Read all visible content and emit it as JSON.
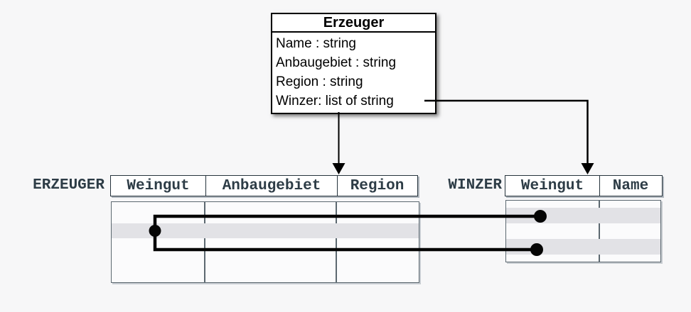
{
  "class_box": {
    "title": "Erzeuger",
    "attributes": [
      "Name : string",
      "Anbaugebiet : string",
      "Region : string",
      "Winzer: list of string"
    ]
  },
  "tables": {
    "erzeuger": {
      "label": "ERZEUGER",
      "columns": [
        "Weingut",
        "Anbaugebiet",
        "Region"
      ],
      "highlighted_row": 2
    },
    "winzer": {
      "label": "WINZER",
      "columns": [
        "Weingut",
        "Name"
      ],
      "highlighted_rows": [
        2,
        4
      ]
    }
  },
  "colors": {
    "background": "#f7f7f8",
    "table_text": "#2d3c46",
    "header_border": "#26333c",
    "body_border": "#5c6870",
    "row_highlight": "#e2e2e6",
    "connector": "#000000",
    "class_box_fill": "#ffffff"
  }
}
